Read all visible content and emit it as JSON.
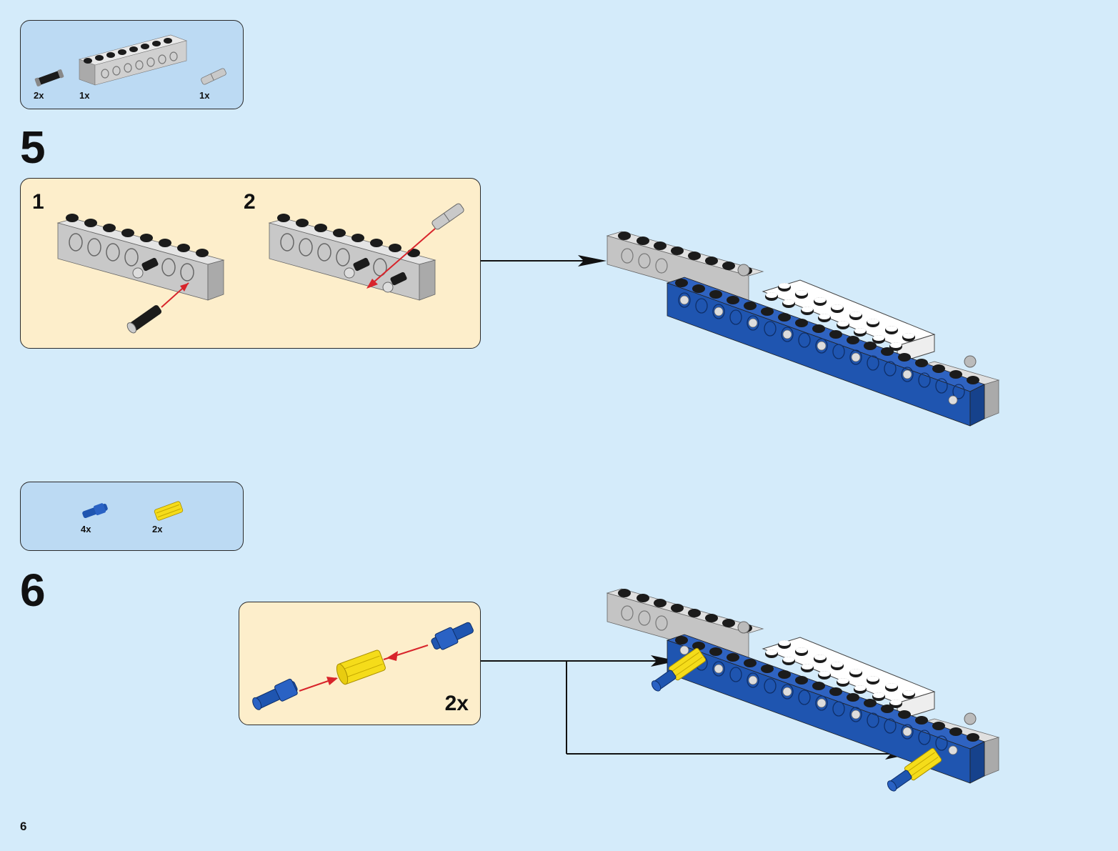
{
  "page_number": "6",
  "colors": {
    "background": "#d4ebfa",
    "parts_box": "#bcdaf3",
    "sub_assembly_box": "#fdeecb",
    "brick_grey": "#c4c4c4",
    "brick_blue": "#1f55b0",
    "brick_white": "#ffffff",
    "bush_yellow": "#f5dc1a",
    "stud_black": "#1b1b1b",
    "arrow_red": "#d8242b",
    "callout_arrow": "#111111"
  },
  "steps": [
    {
      "number": "5",
      "parts": [
        {
          "name": "black-friction-pin",
          "quantity": "2x"
        },
        {
          "name": "grey-technic-brick-1x8",
          "quantity": "1x"
        },
        {
          "name": "grey-axle-pin",
          "quantity": "1x"
        }
      ],
      "sub_steps": [
        {
          "number": "1"
        },
        {
          "number": "2"
        }
      ]
    },
    {
      "number": "6",
      "parts": [
        {
          "name": "blue-axle-pin",
          "quantity": "4x"
        },
        {
          "name": "yellow-bush",
          "quantity": "2x"
        }
      ],
      "sub_assembly_multiplier": "2x"
    }
  ]
}
